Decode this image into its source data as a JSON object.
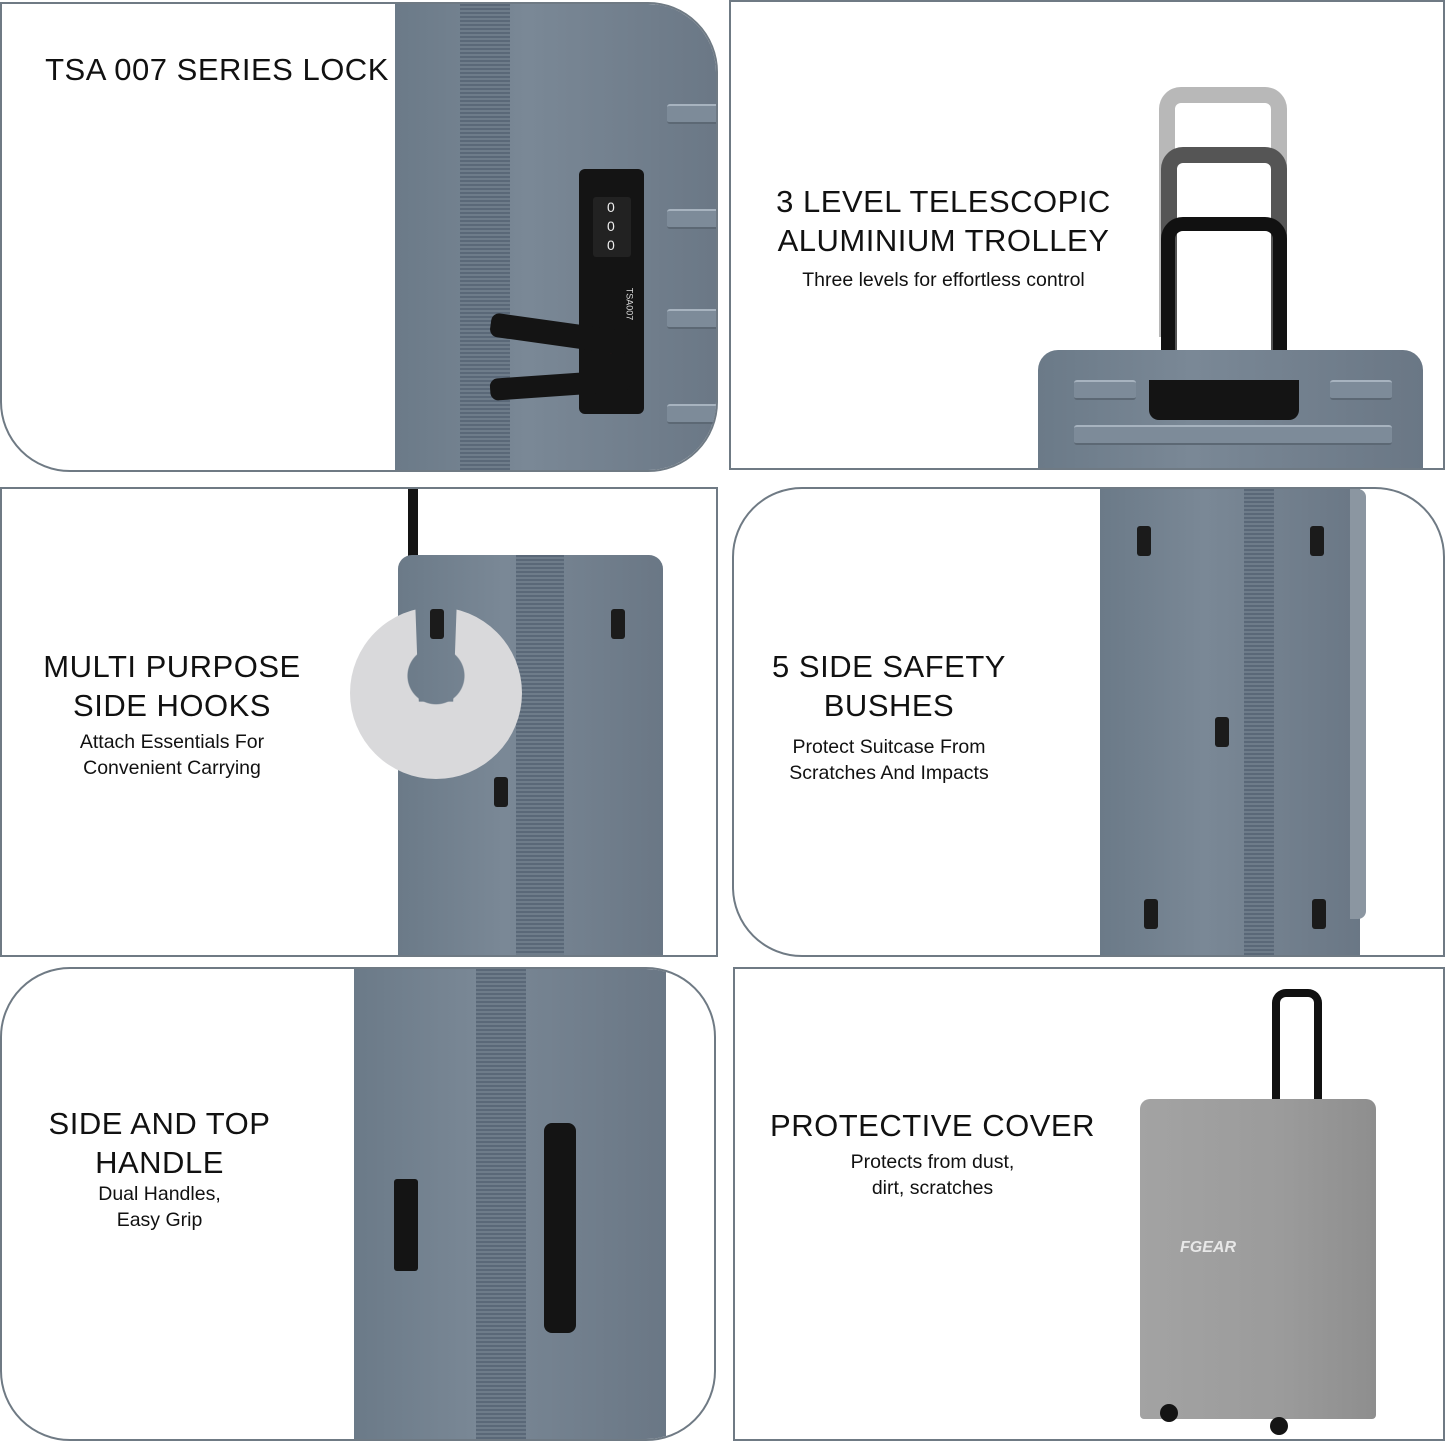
{
  "brand": "FGEAR",
  "colors": {
    "border": "#6f7a84",
    "suitcase": "#74828f",
    "cover": "#9a9a9a",
    "text": "#111111"
  },
  "panels": [
    {
      "id": "tsa-lock",
      "title": "TSA 007 SERIES LOCK",
      "subtitle": "",
      "lock_label": "TSA007",
      "dials": [
        "0",
        "0",
        "0"
      ]
    },
    {
      "id": "trolley",
      "title_line1": "3 LEVEL TELESCOPIC",
      "title_line2": "ALUMINIUM TROLLEY",
      "subtitle": "Three levels for effortless control"
    },
    {
      "id": "side-hooks",
      "title_line1": "MULTI PURPOSE",
      "title_line2": "SIDE HOOKS",
      "subtitle_line1": "Attach Essentials For",
      "subtitle_line2": "Convenient Carrying"
    },
    {
      "id": "safety-bushes",
      "title_line1": "5 SIDE SAFETY",
      "title_line2": "BUSHES",
      "subtitle_line1": "Protect Suitcase From",
      "subtitle_line2": "Scratches And Impacts"
    },
    {
      "id": "handles",
      "title_line1": "SIDE AND TOP",
      "title_line2": "HANDLE",
      "subtitle_line1": "Dual Handles,",
      "subtitle_line2": "Easy Grip"
    },
    {
      "id": "cover",
      "title": "PROTECTIVE COVER",
      "subtitle_line1": "Protects from dust,",
      "subtitle_line2": "dirt, scratches",
      "logo": "FGEAR"
    }
  ]
}
